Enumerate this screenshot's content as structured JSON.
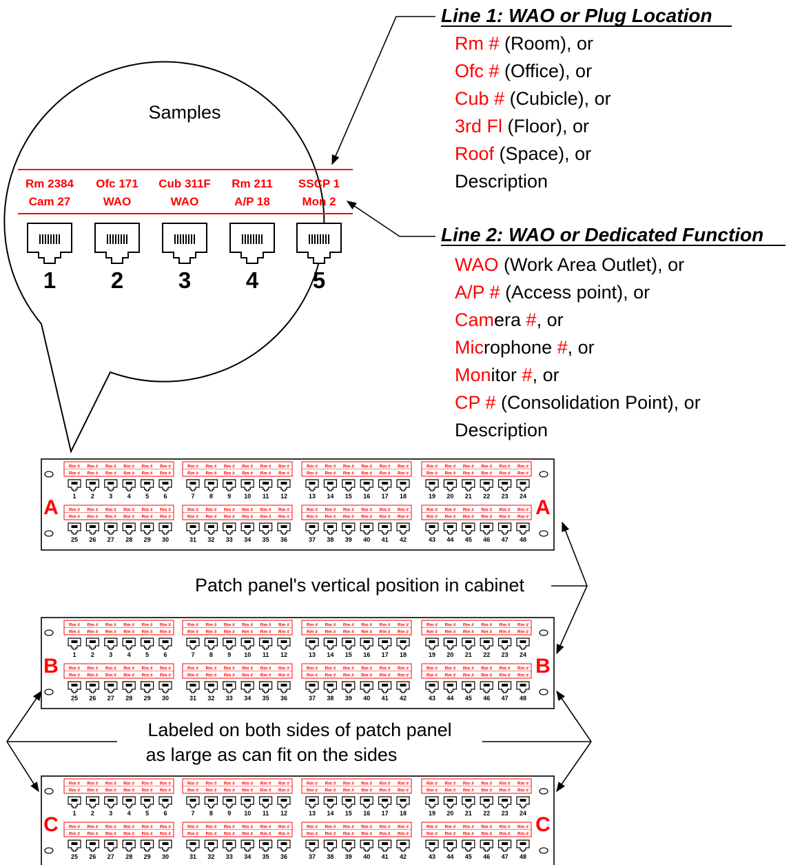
{
  "samples": {
    "title": "Samples",
    "items": [
      {
        "line1": "Rm 2384",
        "line2": "Cam 27",
        "number": "1"
      },
      {
        "line1": "Ofc 171",
        "line2": "WAO",
        "number": "2"
      },
      {
        "line1": "Cub 311F",
        "line2": "WAO",
        "number": "3"
      },
      {
        "line1": "Rm 211",
        "line2": "A/P 18",
        "number": "4"
      },
      {
        "line1": "SSCP 1",
        "line2": "Mon 2",
        "number": "5"
      }
    ]
  },
  "line1": {
    "heading": "Line 1: WAO or Plug Location",
    "options": [
      {
        "red": "Rm #",
        "black": " (Room), or"
      },
      {
        "red": "Ofc #",
        "black": " (Office), or"
      },
      {
        "red": "Cub #",
        "black": " (Cubicle), or"
      },
      {
        "red": "3rd Fl",
        "black": " (Floor), or"
      },
      {
        "red": "Roof",
        "black": " (Space), or"
      },
      {
        "red": "",
        "black": "Description"
      }
    ]
  },
  "line2": {
    "heading": "Line 2: WAO or Dedicated Function",
    "options": [
      {
        "red": "WAO",
        "black": " (Work Area Outlet), or",
        "red2": "",
        "black2": ""
      },
      {
        "red": "A/P #",
        "black": " (Access point), or",
        "red2": "",
        "black2": ""
      },
      {
        "red": "Cam",
        "black": "era ",
        "red2": "#",
        "black2": ", or"
      },
      {
        "red": "Mic",
        "black": "rophone ",
        "red2": "#",
        "black2": ", or"
      },
      {
        "red": "Mon",
        "black": "itor ",
        "red2": "#",
        "black2": ", or"
      },
      {
        "red": "CP #",
        "black": " (Consolidation Point), or",
        "red2": "",
        "black2": ""
      },
      {
        "red": "",
        "black": "Description",
        "red2": "",
        "black2": ""
      }
    ]
  },
  "notes": {
    "vertical_position": "Patch panel's vertical position in cabinet",
    "labeled_line1": "Labeled on both sides of patch panel",
    "labeled_line2": "as large as can fit on the sides"
  },
  "panels": [
    {
      "letter": "A"
    },
    {
      "letter": "B"
    },
    {
      "letter": "C"
    }
  ],
  "panel_label_text": "Rm #",
  "port_numbers": [
    "1",
    "2",
    "3",
    "4",
    "5",
    "6",
    "7",
    "8",
    "9",
    "10",
    "11",
    "12",
    "13",
    "14",
    "15",
    "16",
    "17",
    "18",
    "19",
    "20",
    "21",
    "22",
    "23",
    "24",
    "25",
    "26",
    "27",
    "28",
    "29",
    "30",
    "31",
    "32",
    "33",
    "34",
    "35",
    "36",
    "37",
    "38",
    "39",
    "40",
    "41",
    "42",
    "43",
    "44",
    "45",
    "46",
    "47",
    "48"
  ],
  "colors": {
    "accent": "#ff0000",
    "line": "#000000",
    "background": "#ffffff"
  }
}
